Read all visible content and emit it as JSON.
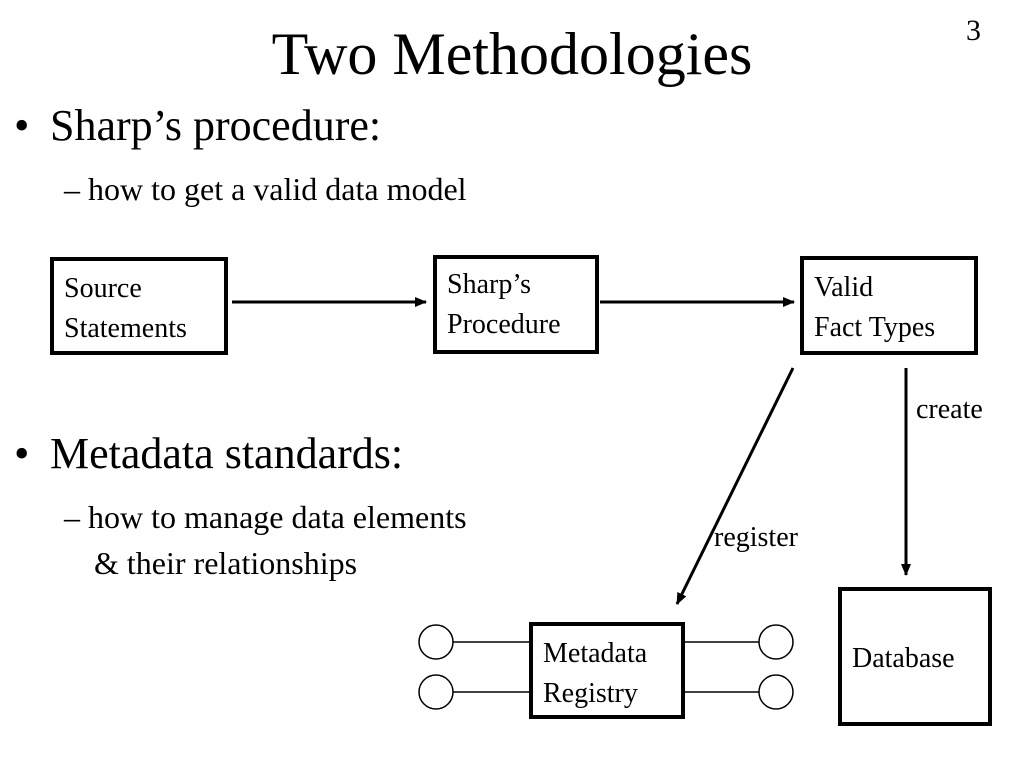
{
  "slide": {
    "title": "Two Methodologies",
    "page_number": "3"
  },
  "bullets": [
    {
      "marker": "•",
      "text": "Sharp’s procedure:",
      "sub": [
        "– how to get a valid data model"
      ]
    },
    {
      "marker": "•",
      "text": "Metadata standards:",
      "sub": [
        "– how to manage data elements",
        "& their relationships"
      ]
    }
  ],
  "diagram": {
    "boxes": {
      "source": {
        "line1": "Source",
        "line2": "Statements"
      },
      "sharp": {
        "line1": "Sharp’s",
        "line2": "Procedure"
      },
      "valid": {
        "line1": "Valid",
        "line2": "Fact Types"
      },
      "registry": {
        "line1": "Metadata",
        "line2": "Registry"
      },
      "database": {
        "line1": "Database"
      }
    },
    "arrow_labels": {
      "create": "create",
      "register": "register"
    }
  }
}
